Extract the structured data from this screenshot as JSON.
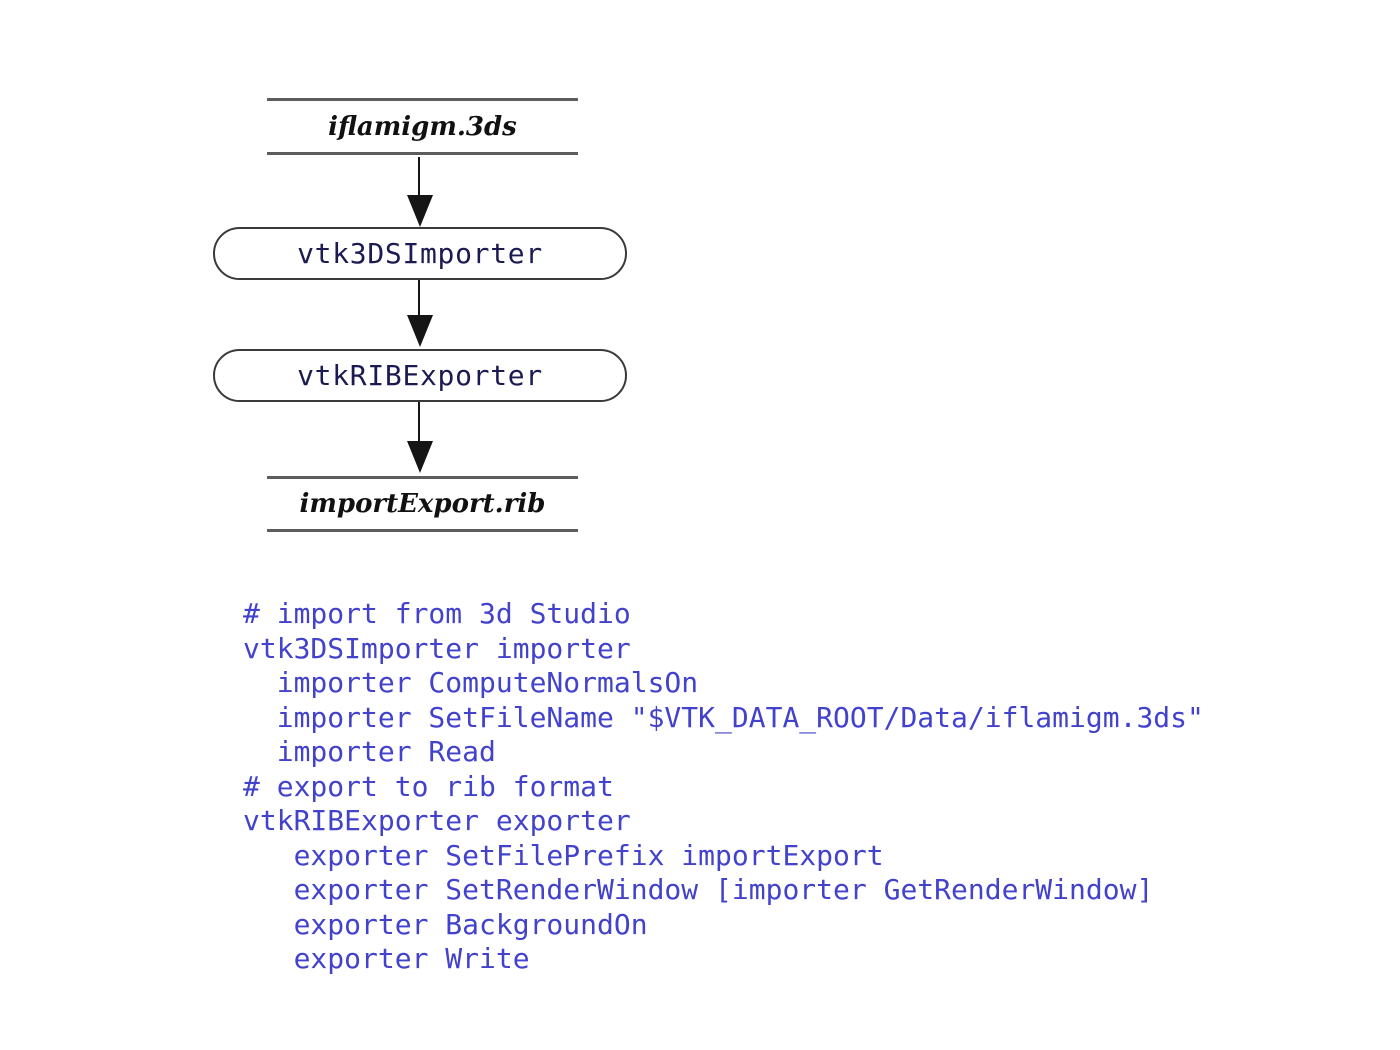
{
  "diagram": {
    "input_file": "iflamigm.3ds",
    "nodes": [
      {
        "label": "vtk3DSImporter"
      },
      {
        "label": "vtkRIBExporter"
      }
    ],
    "output_file": "importExport.rib"
  },
  "code": {
    "lines": [
      "# import from 3d Studio",
      "vtk3DSImporter importer",
      "  importer ComputeNormalsOn",
      "  importer SetFileName \"$VTK_DATA_ROOT/Data/iflamigm.3ds\"",
      "  importer Read",
      "# export to rib format",
      "vtkRIBExporter exporter",
      "   exporter SetFilePrefix importExport",
      "   exporter SetRenderWindow [importer GetRenderWindow]",
      "   exporter BackgroundOn",
      "   exporter Write"
    ]
  },
  "colors": {
    "code_text": "#4242cd",
    "node_text": "#1b1b52",
    "file_text": "#111111",
    "rule": "#5d5d5d",
    "arrow": "#151515",
    "node_border": "#3a3a3a",
    "background": "#ffffff"
  }
}
